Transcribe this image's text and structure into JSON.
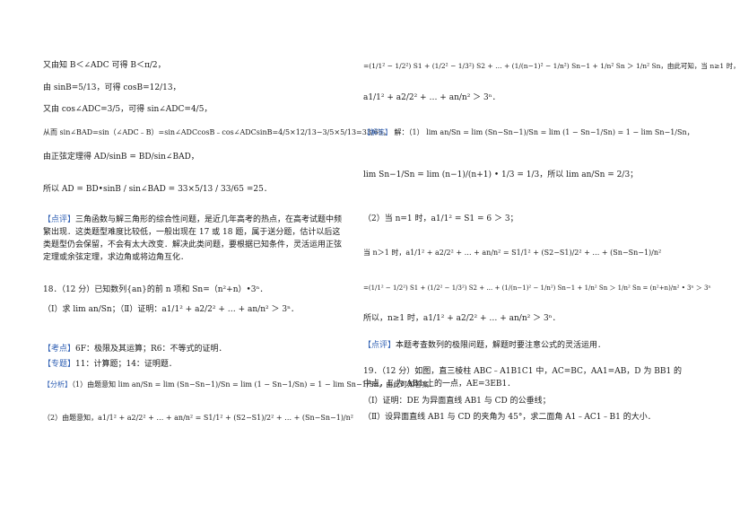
{
  "left": {
    "l1": "又由知 B＜∠ADC 可得 B＜π/2，",
    "l2": "由 sinB=5/13，可得 cosB=12/13，",
    "l3": "又由 cos∠ADC=3/5，可得 sin∠ADC=4/5，",
    "l4": "从而 sin∠BAD=sin（∠ADC﹣B）=sin∠ADCcosB﹣cos∠ADCsinB=4/5×12/13−3/5×5/13=33/65，",
    "l5": "由正弦定理得 AD/sinB = BD/sin∠BAD，",
    "l6": "所以 AD = BD•sinB / sin∠BAD = 33×5/13 / 33/65 =25．",
    "comment_tag": "【点评】",
    "comment": "三角函数与解三角形的综合性问题，是近几年高考的热点，在高考试题中频繁出现．这类题型难度比较低，一般出现在 17 或 18 题，属于送分题，估计以后这类题型仍会保留，不会有太大改变．解决此类问题，要根据已知条件，灵活运用正弦定理或余弦定理，求边角或将边角互化．",
    "q18": "18．（12 分）已知数列{an}的前 n 项和 Sn=（n²+n）•3ⁿ．",
    "q18_1": "（Ⅰ）求 lim an/Sn；（Ⅱ）证明：a1/1² + a2/2² + … + an/n² ＞ 3ⁿ．",
    "kd_tag": "【考点】",
    "kd": "6F：极限及其运算；R6：不等式的证明．",
    "zt_tag": "【专题】",
    "zt": "11：计算题；14：证明题．",
    "fx_tag": "【分析】",
    "fx": "（1）由题意知 lim an/Sn = lim (Sn−Sn−1)/Sn = lim (1 − Sn−1/Sn) = 1 − lim Sn−1/Sn，由此可知答案．",
    "fx2": "（2）由题意知，a1/1² + a2/2² + … + an/n² = S1/1² + (S2−S1)/2² + … + (Sn−Sn−1)/n²"
  },
  "right": {
    "r1": "=(1/1² − 1/2²) S1 + (1/2² − 1/3²) S2 + … + (1/(n−1)² − 1/n²) Sn−1 + 1/n² Sn ＞ 1/n² Sn，由此可知，当 n≥1 时，",
    "r2": "a1/1² + a2/2² + … + an/n² ＞ 3ⁿ．",
    "ans_tag": "【解答】",
    "r3": "解：（1） lim an/Sn = lim (Sn−Sn−1)/Sn = lim (1 − Sn−1/Sn) = 1 − lim Sn−1/Sn，",
    "r4": "lim Sn−1/Sn = lim (n−1)/(n+1) • 1/3 = 1/3，所以 lim an/Sn = 2/3；",
    "r5": "（2）当 n=1 时，a1/1² = S1 = 6 ＞ 3；",
    "r6": "当 n＞1 时，a1/1² + a2/2² + … + an/n² = S1/1² + (S2−S1)/2² + … + (Sn−Sn−1)/n²",
    "r7": "=(1/1² − 1/2²) S1 + (1/2² − 1/3²) S2 + … + (1/(n−1)² − 1/n²) Sn−1 + 1/n² Sn ＞ 1/n² Sn = (n²+n)/n² • 3ⁿ ＞ 3ⁿ",
    "r8": "所以，n≥1 时，a1/1² + a2/2² + … + an/n² ＞ 3ⁿ．",
    "pj_tag": "【点评】",
    "pj": "本题考查数列的极限问题，解题时要注意公式的灵活运用．",
    "q19": "19．（12 分）如图，直三棱柱 ABC﹣A1B1C1 中，AC=BC，AA1=AB，D 为 BB1 的中点，E 为 AB1 上的一点，AE=3EB1．",
    "q19_1": "（Ⅰ）证明：DE 为异面直线 AB1 与 CD 的公垂线；",
    "q19_2": "（Ⅱ）设异面直线 AB1 与 CD 的夹角为 45°，求二面角 A1﹣AC1﹣B1 的大小．"
  }
}
